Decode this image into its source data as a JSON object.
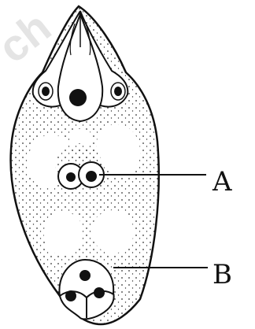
{
  "labels": {
    "a": "A",
    "b": "B"
  },
  "watermark": "ch"
}
